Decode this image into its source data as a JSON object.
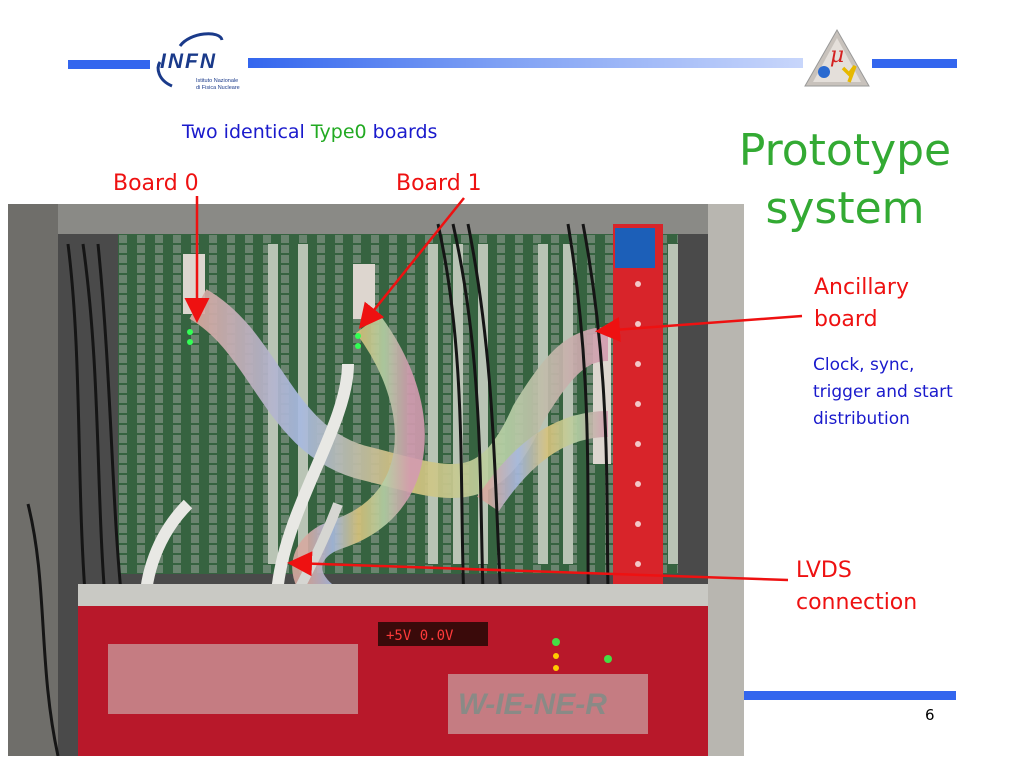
{
  "header": {
    "logo_infn": {
      "text": "INFN",
      "subtext_line1": "Istituto Nazionale",
      "subtext_line2": "di Fisica Nucleare"
    },
    "logo_right": {
      "text": "μ"
    }
  },
  "slide": {
    "subtitle_part1": "Two identical ",
    "subtitle_part2": "Type0",
    "subtitle_part3": " boards",
    "title_line1": "Prototype",
    "title_line2": "system",
    "label_board0": "Board 0",
    "label_board1": "Board 1",
    "label_ancillary_line1": "Ancillary",
    "label_ancillary_line2": "board",
    "ancillary_desc_line1": "Clock, sync,",
    "ancillary_desc_line2": "trigger and start",
    "ancillary_desc_line3": "distribution",
    "label_lvds_line1": "LVDS",
    "label_lvds_line2": "connection",
    "page_number": "6"
  },
  "photo": {
    "description_text": "W-IE-NE-R",
    "display_value": "+5V 0.0V"
  },
  "colors": {
    "bar_blue": "#3366ee",
    "title_green": "#33aa33",
    "label_red": "#ee1111",
    "text_blue": "#1a1acc"
  }
}
